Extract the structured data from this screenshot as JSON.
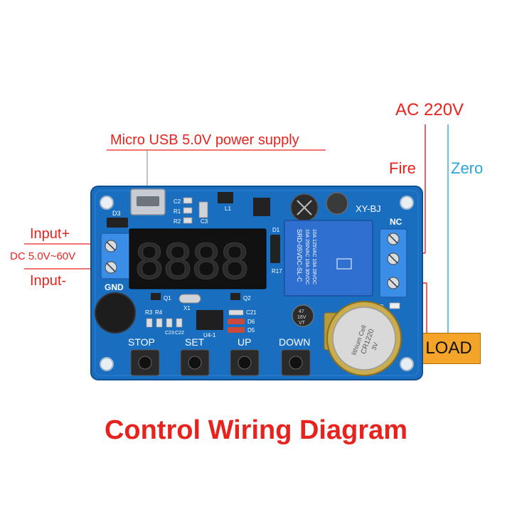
{
  "title": "Control Wiring Diagram",
  "labels": {
    "usb": "Micro USB 5.0V power supply",
    "ac": "AC 220V",
    "fire": "Fire",
    "zero": "Zero",
    "input_plus": "Input+",
    "dc_range": "DC 5.0V~60V",
    "input_minus": "Input-",
    "load": "LOAD"
  },
  "board": {
    "model": "XY-BJ",
    "gnd": "GND",
    "nc": "NC",
    "led": "LED",
    "buttons": [
      "STOP",
      "SET",
      "UP",
      "DOWN"
    ],
    "relay": {
      "model": "SRD-05VDC-SL-C",
      "rating1": "10A 250VAC  10A 30VDC",
      "rating2": "10A 125VAC  10A 28VDC"
    },
    "battery": {
      "line1": "lithium Cell",
      "line2": "CR1220",
      "line3": "3V"
    },
    "capacitor": {
      "line1": "47",
      "line2": "16V",
      "line3": "VT"
    },
    "components": [
      "D3",
      "C2",
      "R1",
      "R2",
      "C3",
      "L1",
      "D1",
      "R17",
      "Q1",
      "X1",
      "Q2",
      "R3",
      "R4",
      "C23",
      "C22",
      "U4-1",
      "C21",
      "D6",
      "D5"
    ]
  },
  "colors": {
    "label_red": "#e8231d",
    "label_blue": "#2aa6de",
    "board_blue": "#1a6ec0",
    "relay_blue": "#2f6fd0",
    "terminal_blue": "#3b8ee8",
    "load_orange": "#f4a428"
  }
}
